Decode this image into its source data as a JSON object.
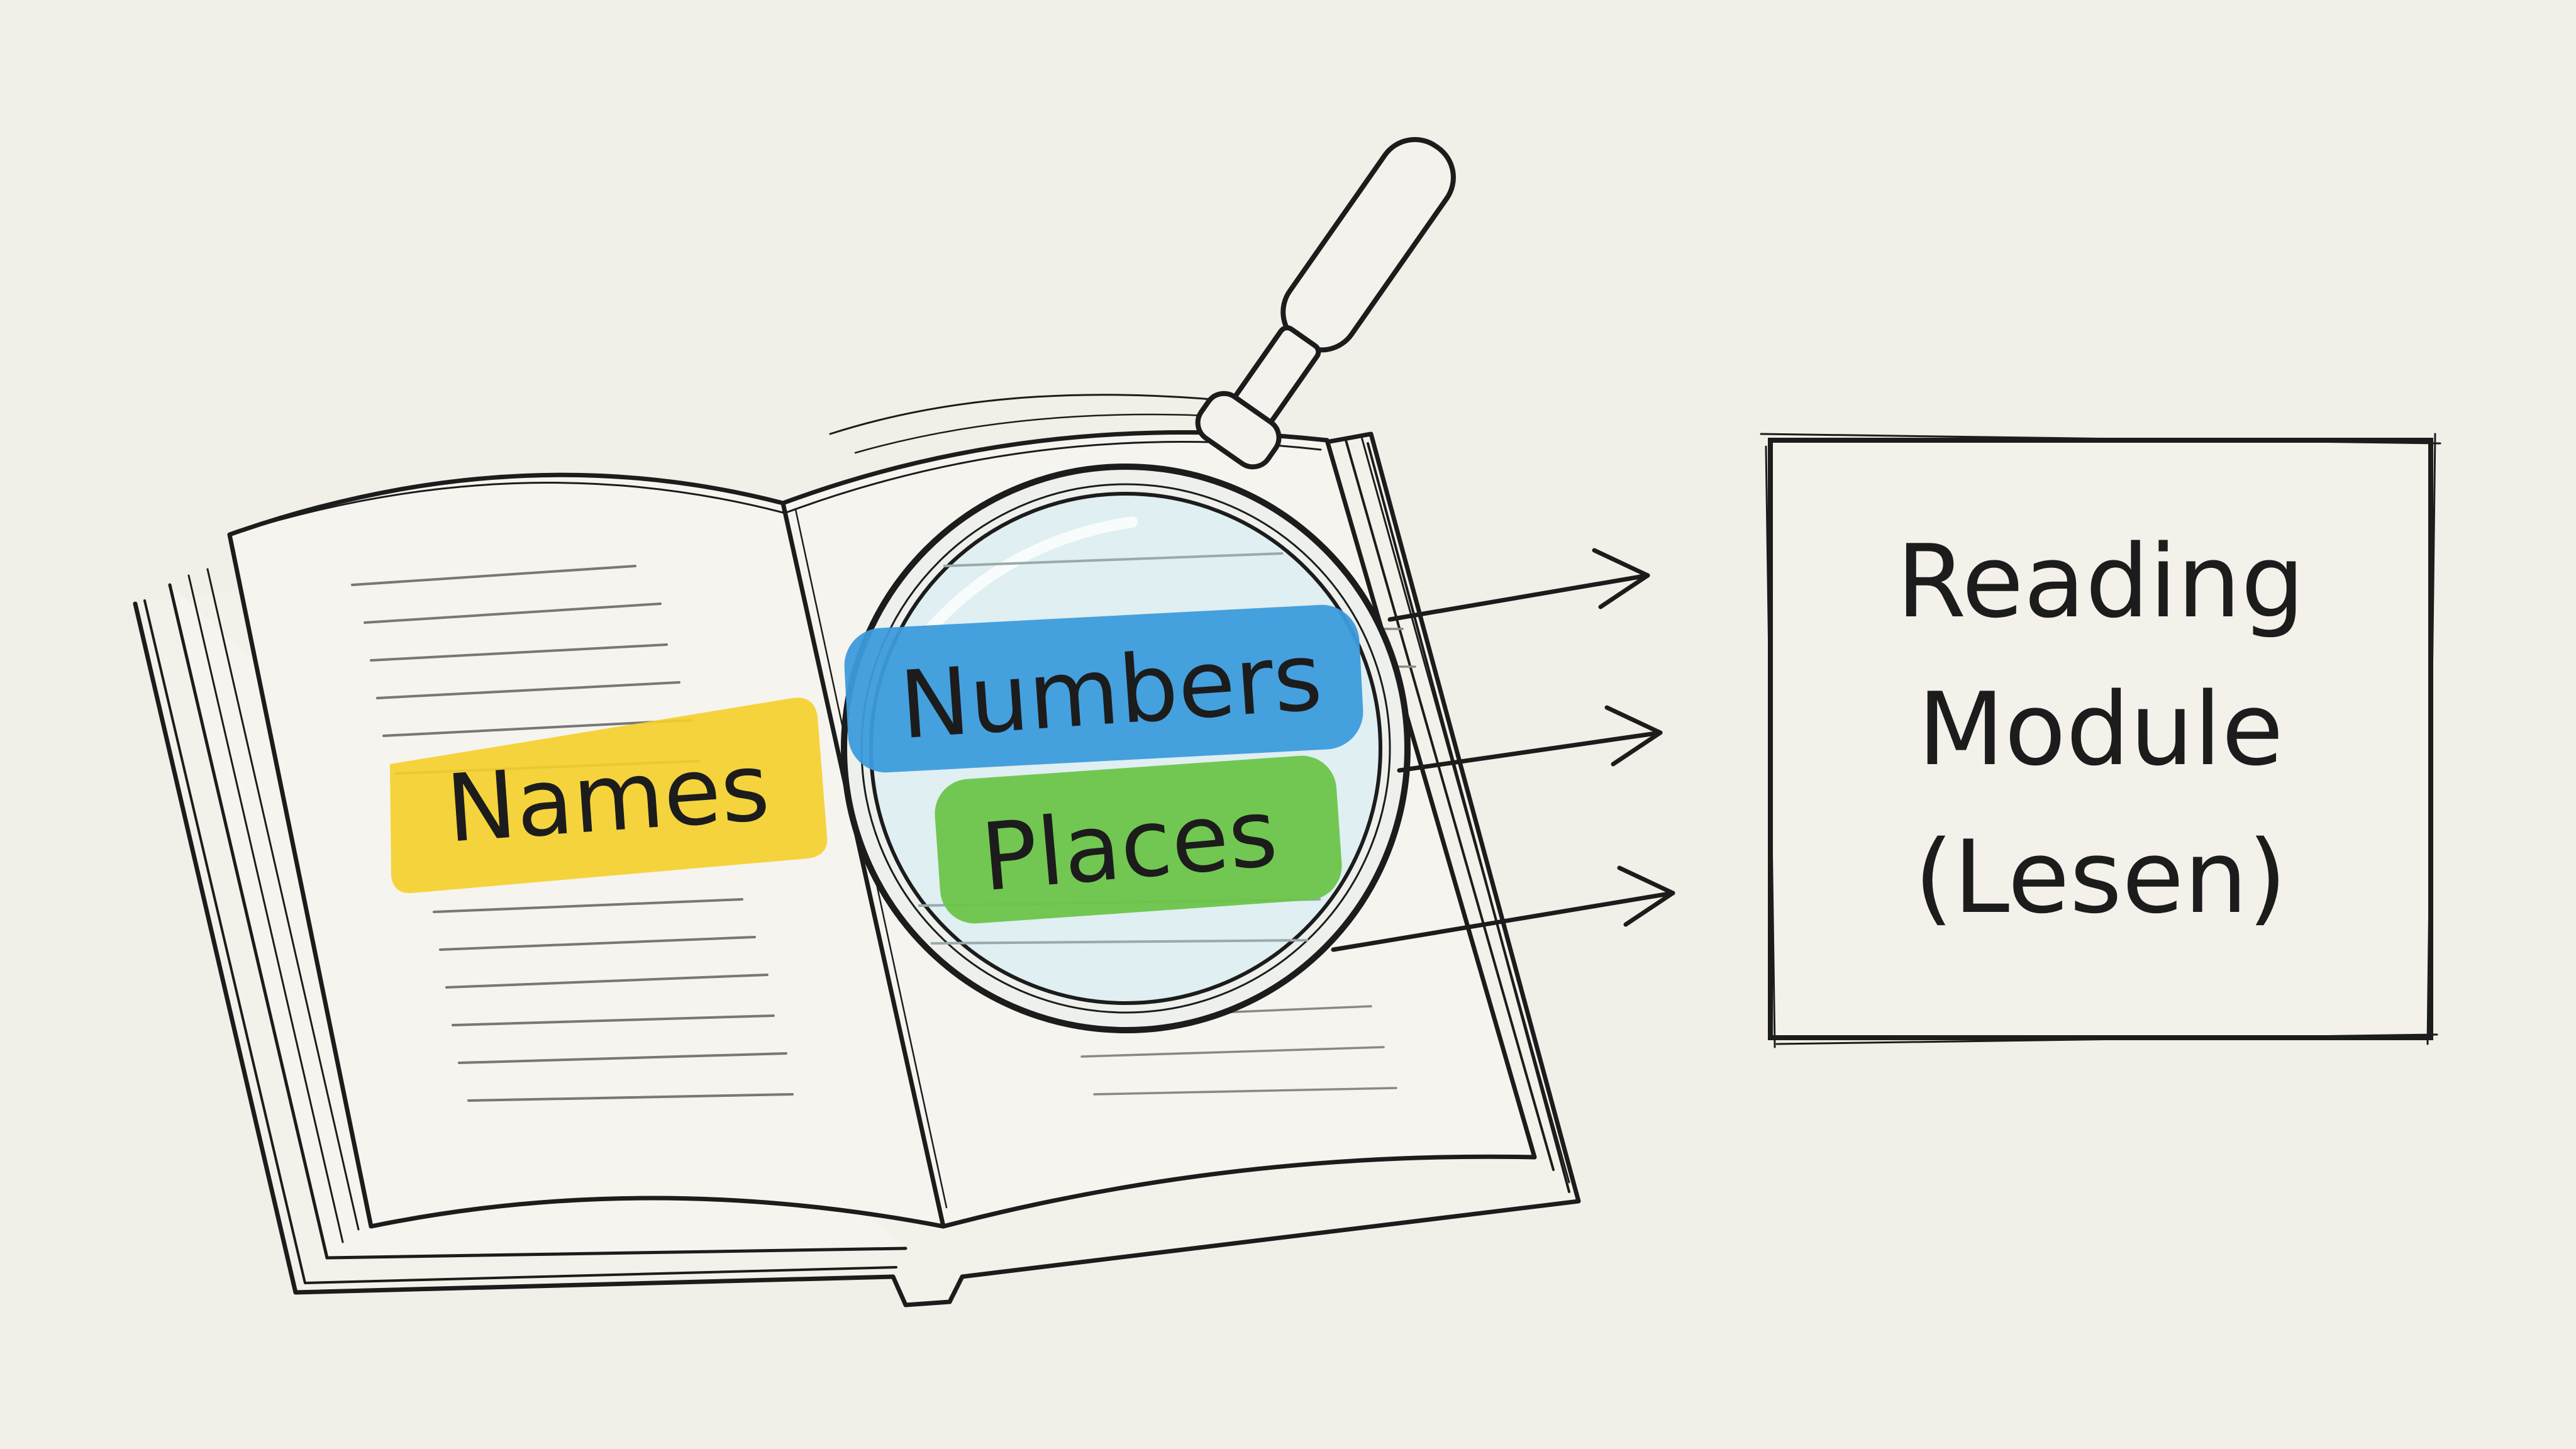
{
  "labels": {
    "names": "Names",
    "numbers": "Numbers",
    "places": "Places"
  },
  "module_box": {
    "line1": "Reading",
    "line2": "Module",
    "line3": "(Lesen)"
  },
  "icons": [
    "open-book-icon",
    "magnifying-glass-icon",
    "arrow-icon"
  ],
  "colors": {
    "background": "#f1efe8",
    "ink": "#1c1c1c",
    "names_highlight": "#f4cf2e",
    "numbers_highlight": "#3c9bdc",
    "places_highlight": "#6cc449",
    "lens_tint": "#dfeff2"
  }
}
